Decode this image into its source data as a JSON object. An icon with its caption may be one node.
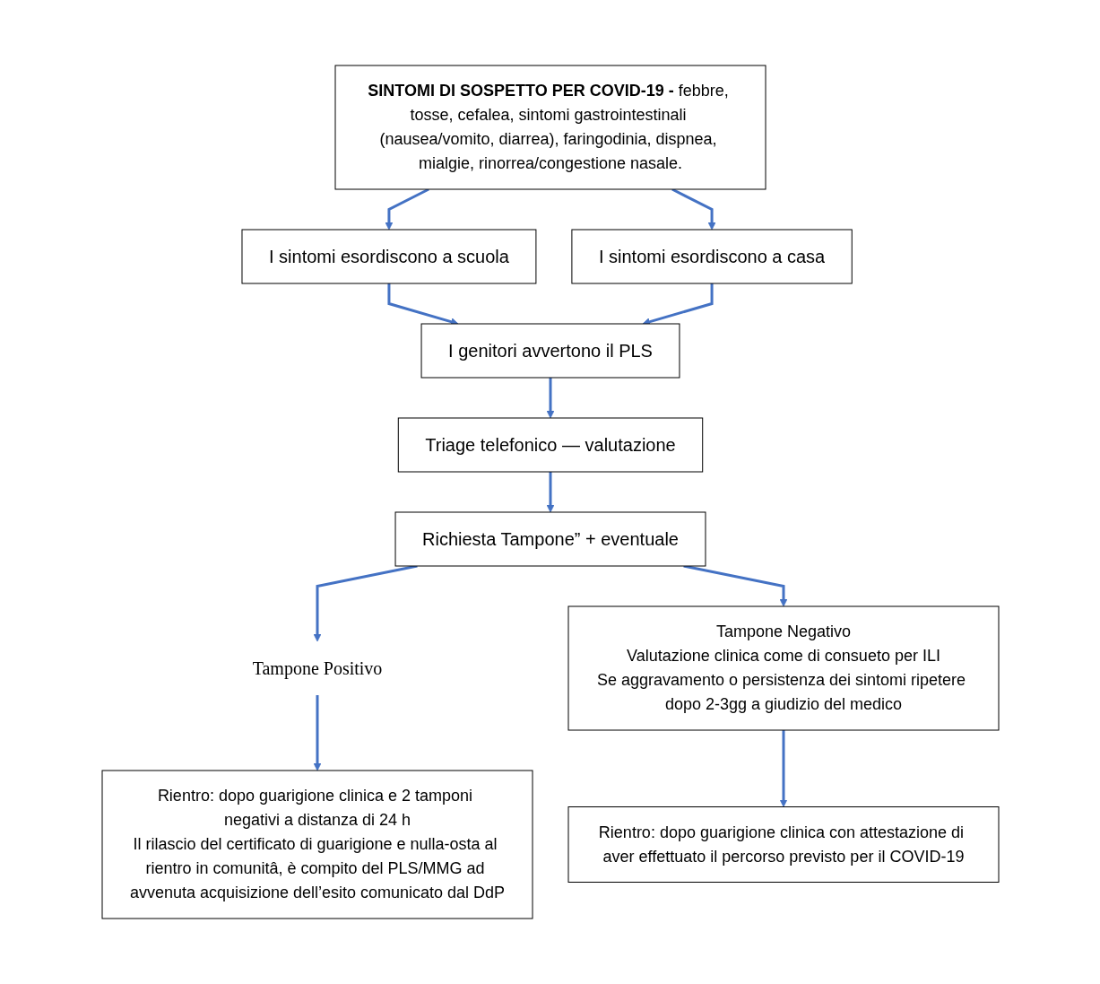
{
  "diagram": {
    "nodes": [
      {
        "text": [
          "**SINTOMI DI SOSPETTO PER COVID-19 -** febbre, tosse, cefalea, sintomi gastrointestinali (nausea/vomito, diarrea), faringodinia, dispnea, mialgie, rinorrea/congestione nasale."
        ]
      },
      {
        "text": [
          "I sintomi esordiscono a scuola"
        ]
      },
      {
        "text": [
          "I sintomi esordiscono a casa"
        ]
      },
      {
        "text": [
          "I genitori avvertono il PLS"
        ]
      },
      {
        "text": [
          "Triage telefonico — valutazione"
        ]
      },
      {
        "text": [
          "Richiesta Tampone” + eventuale"
        ]
      },
      {
        "text": [
          "Tampone Positivo"
        ]
      },
      {
        "text": [
          "Tampone Negativo",
          "Valutazione clinica come di consueto per ILI",
          "Se aggravamento o persistenza dei sintomi ripetere dopo 2-3gg a giudizio del medico"
        ]
      },
      {
        "text": [
          "Rientro: dopo guarigione clinica e 2 tamponi negativi a distanza di 24 h",
          "Il rilascio del certificato di guarigione e nulla-osta al rientro in comunitâ, è compito del PLS/MMG ad avvenuta acquisizione dell’esito comunicato dal DdP"
        ]
      },
      {
        "text": [
          "Rientro: dopo guarigione clinica con attestazione di aver effettuato il percorso previsto per il COVID-19"
        ]
      }
    ],
    "edges": [
      {
        "from": 0,
        "to": 1,
        "arrow": "to"
      },
      {
        "from": 0,
        "to": 2,
        "arrow": "to"
      },
      {
        "from": 1,
        "to": 3,
        "arrow": "to"
      },
      {
        "from": 2,
        "to": 3,
        "arrow": "to"
      },
      {
        "from": 3,
        "to": 4,
        "arrow": "to"
      },
      {
        "from": 4,
        "to": 5,
        "arrow": "to"
      },
      {
        "from": 5,
        "to": 6,
        "arrow": "to"
      },
      {
        "from": 5,
        "to": 7,
        "arrow": "to"
      },
      {
        "from": 6,
        "to": 8,
        "arrow": "to"
      },
      {
        "from": 7,
        "to": 9,
        "arrow": "to"
      }
    ]
  }
}
